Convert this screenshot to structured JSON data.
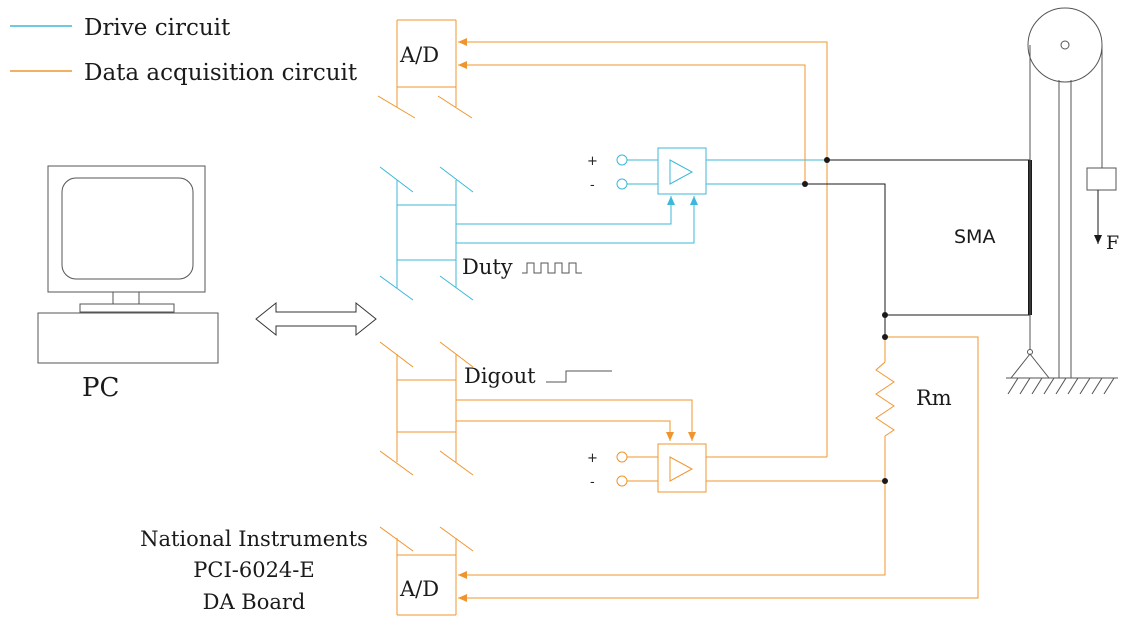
{
  "legend": {
    "drive": "Drive circuit",
    "acquisition": "Data acquisition circuit"
  },
  "labels": {
    "ad_top": "A/D",
    "ad_bottom": "A/D",
    "pc": "PC",
    "duty": "Duty",
    "digout": "Digout",
    "sma": "SMA",
    "rm": "Rm",
    "force": "F",
    "plus_top": "+",
    "minus_top": "-",
    "plus_bottom": "+",
    "minus_bottom": "-"
  },
  "board": {
    "line1": "National Instruments",
    "line2": "PCI-6024-E",
    "line3": "DA Board"
  },
  "colors": {
    "drive": "#3cb8d9",
    "acquisition": "#f0952e",
    "black": "#1a1a1a",
    "gray": "#555555"
  },
  "icons": {
    "pc": "computer-icon",
    "bidirectional": "double-arrow-icon",
    "amplifier": "amplifier-icon",
    "pulley": "pulley-icon",
    "weight": "weight-icon",
    "ground": "ground-icon"
  }
}
